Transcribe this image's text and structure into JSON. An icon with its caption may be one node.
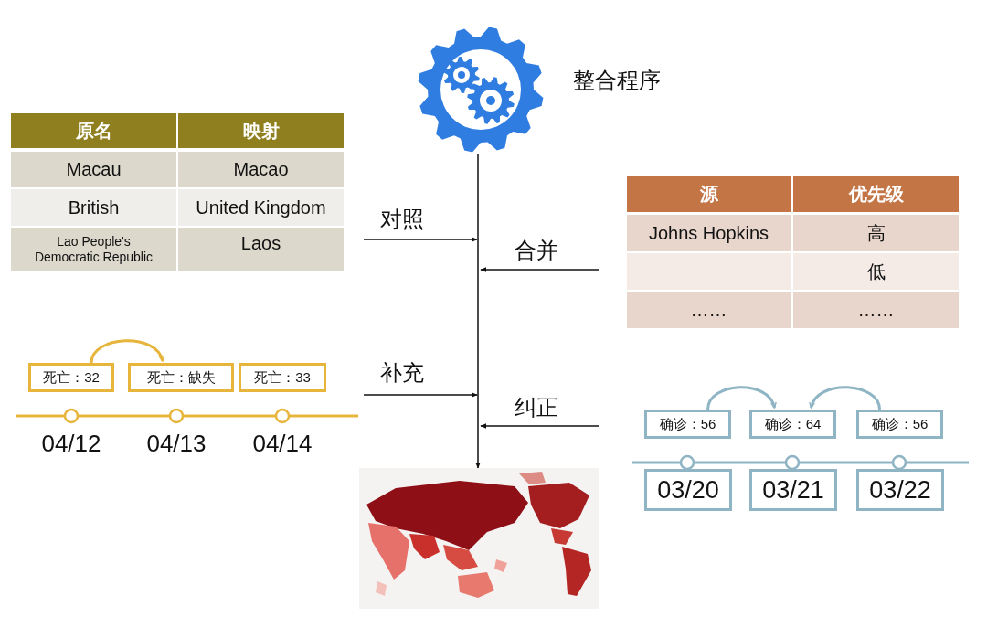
{
  "diagram": {
    "nodes": [
      {
        "text": [],
        "shape": "picture",
        "beside": [
          "整合程序"
        ]
      },
      {
        "text": [
          "死亡：32"
        ]
      },
      {
        "text": [
          "死亡：缺失"
        ]
      },
      {
        "text": [
          "死亡：33"
        ]
      },
      {
        "text": [
          "确诊：56"
        ]
      },
      {
        "text": [
          "确诊：64"
        ]
      },
      {
        "text": [
          "确诊：56"
        ]
      },
      {
        "text": [
          "03/20"
        ]
      },
      {
        "text": [
          "03/21"
        ]
      },
      {
        "text": [
          "03/22"
        ]
      },
      {
        "text": [],
        "shape": "picture"
      }
    ],
    "edges": [
      {
        "from": 0,
        "to": 10,
        "arrow": "to",
        "color": "#111111"
      },
      {
        "from": 1,
        "to": 2,
        "arrow": "to",
        "color": "#e7b53c"
      },
      {
        "from": 4,
        "to": 5,
        "arrow": "to",
        "color": "#8fb4c4"
      },
      {
        "from": 6,
        "to": 5,
        "arrow": "to",
        "color": "#8fb4c4"
      }
    ],
    "labels": [
      "原名",
      "映射",
      "Macau",
      "Macao",
      "British",
      "United Kingdom",
      "Lao People's Democratic Republic",
      "Laos",
      "对照",
      "合并",
      "补充",
      "纠正",
      "源",
      "优先级",
      "Johns Hopkins",
      "高",
      "低",
      "……",
      "……",
      "04/12",
      "04/13",
      "04/14"
    ]
  }
}
